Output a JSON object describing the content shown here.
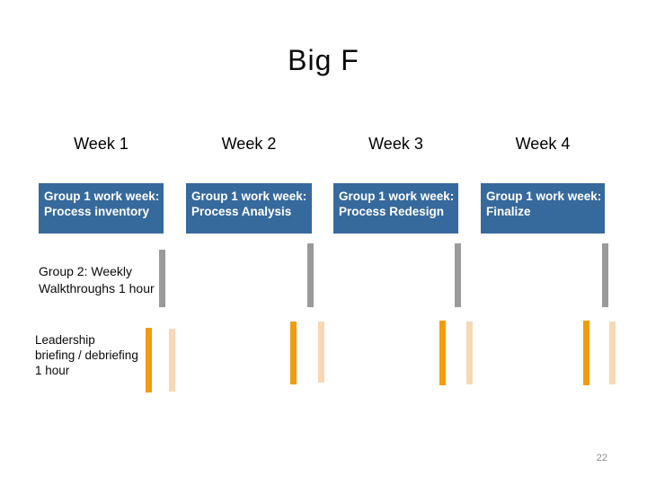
{
  "slide": {
    "title": "Big F",
    "page_number": "22"
  },
  "colors": {
    "task_box_blue": "#36699C",
    "walkthrough_bar_gray": "#9A9A9A",
    "briefing_bar_orange_dark": "#F19C0E",
    "briefing_bar_orange_light": "#F8D8B4",
    "title_text": "#0A0A0A",
    "task_box_text": "#FFFFFF",
    "page_number_gray": "#8A8A8A"
  },
  "weeks": [
    {
      "label": "Week 1",
      "task_line1": "Group 1 work week:",
      "task_line2": "Process inventory"
    },
    {
      "label": "Week 2",
      "task_line1": "Group 1 work week:",
      "task_line2": "Process Analysis"
    },
    {
      "label": "Week 3",
      "task_line1": "Group 1 work week:",
      "task_line2": "Process Redesign"
    },
    {
      "label": "Week 4",
      "task_line1": "Group 1 work week:",
      "task_line2": "Finalize"
    }
  ],
  "rows": [
    {
      "name": "group2-walkthroughs",
      "label_lines": [
        "Group 2: Weekly",
        "Walkthroughs 1 hour"
      ],
      "bar_style": "gray",
      "bars_per_week": 1
    },
    {
      "name": "leadership-briefing",
      "label_lines": [
        "Leadership",
        "briefing / debriefing",
        "1 hour"
      ],
      "bar_style": "orange_dark_plus_light",
      "bars_per_week": 2
    }
  ]
}
